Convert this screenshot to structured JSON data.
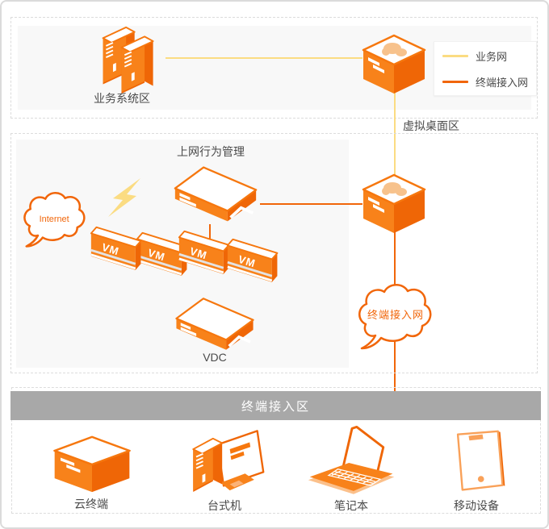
{
  "zones": {
    "business": "业务系统区",
    "virtual_desktop": "虚拟桌面区",
    "terminal": "终端接入区"
  },
  "legend": {
    "items": [
      {
        "label": "业务网",
        "color": "#FBDC82"
      },
      {
        "label": "终端接入网",
        "color": "#F1660A"
      }
    ]
  },
  "nodes": {
    "behavior_mgmt": "上网行为管理",
    "internet": "Internet",
    "vm": "VM",
    "vdc": "VDC",
    "access_cloud": "终端接入网",
    "cloud_terminal": "云终端",
    "desktop": "台式机",
    "laptop": "笔记本",
    "mobile": "移动设备"
  },
  "colors": {
    "brand_orange": "#F6770E",
    "orange_dark": "#EF6606",
    "orange_light": "#F8821A",
    "business_net_yellow": "#FBDC82",
    "access_net_orange": "#F1660A",
    "panel_gray": "#F8F8F8",
    "bar_gray": "#A8A8A8",
    "dash_border": "#DCDCDC",
    "text_gray": "#4A4A4A"
  }
}
